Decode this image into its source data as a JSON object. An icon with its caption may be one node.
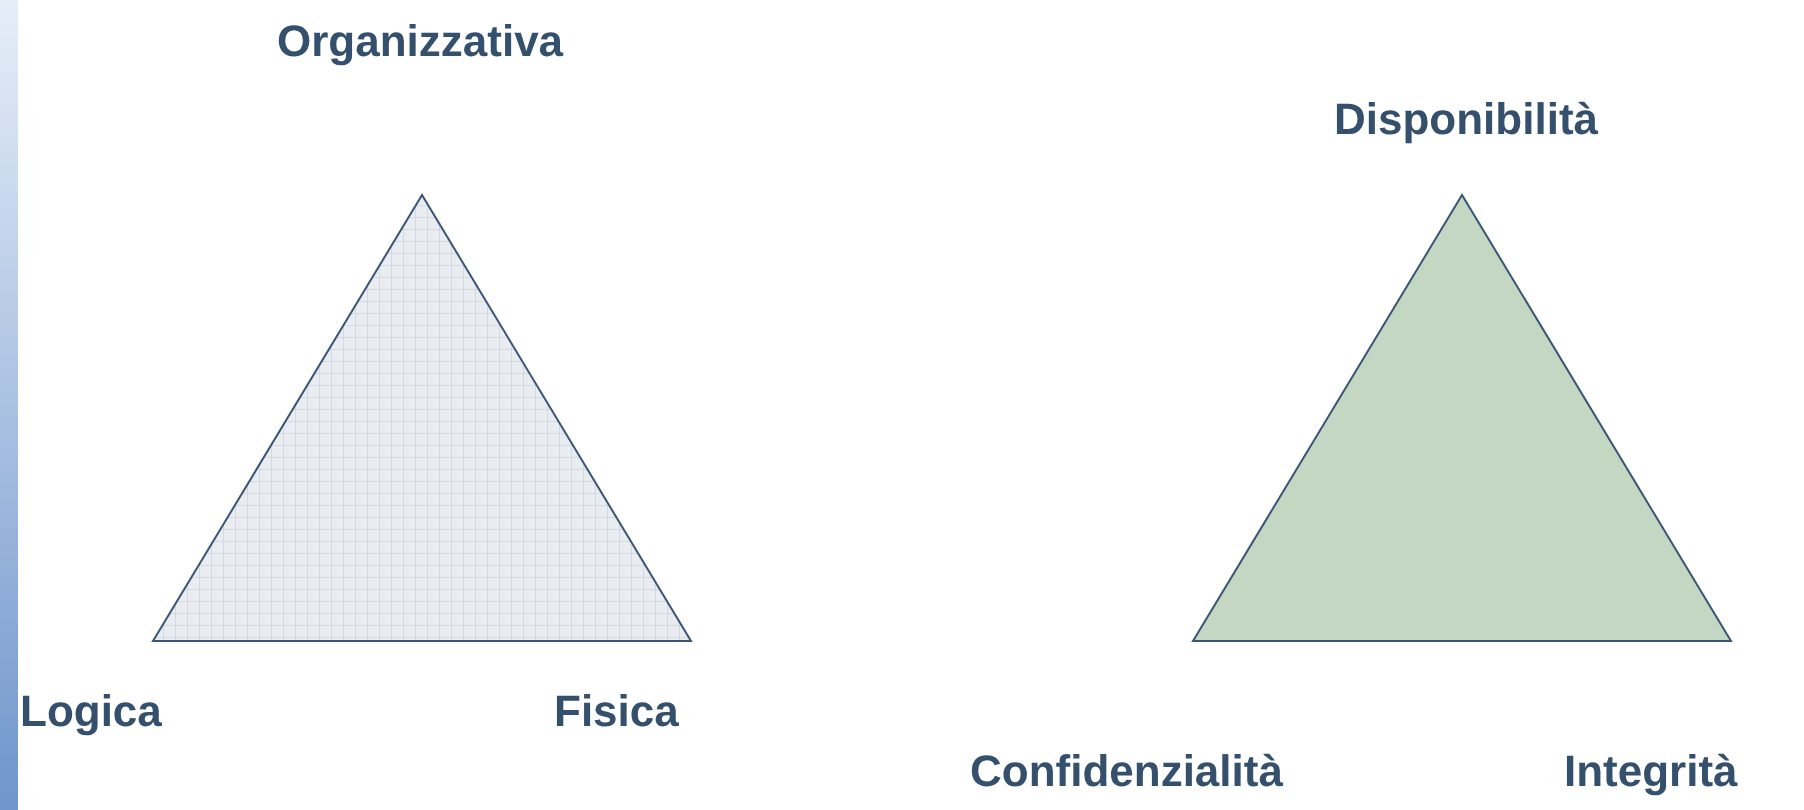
{
  "diagram": {
    "nodes": [
      {
        "text": [],
        "shape": "triangle",
        "beside": [
          "Organizzativa",
          "Logica",
          "Fisica"
        ]
      },
      {
        "text": [],
        "shape": "triangle",
        "beside": [
          "Disponibilità",
          "Confidenzialità",
          "Integrità"
        ]
      }
    ]
  }
}
